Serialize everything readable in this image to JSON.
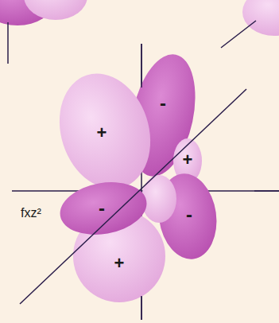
{
  "diagram": {
    "labels": [
      "-",
      "+",
      "+",
      "-",
      "-",
      "+",
      "fxz²"
    ]
  }
}
